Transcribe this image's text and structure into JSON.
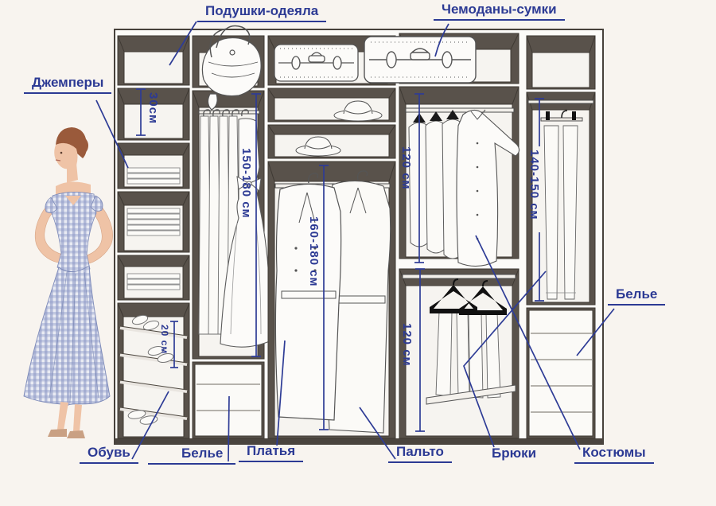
{
  "diagram": {
    "type": "wardrobe-interior-organization-diagram",
    "language": "ru"
  },
  "labels": {
    "pillows": "Подушки-одеяла",
    "suitcases": "Чемоданы-сумки",
    "jumpers": "Джемперы",
    "shoes": "Обувь",
    "linen_bottom": "Белье",
    "dresses": "Платья",
    "coats": "Пальто",
    "trousers": "Брюки",
    "suits": "Костюмы",
    "linen_right": "Белье"
  },
  "dimensions": {
    "shelf_30": "30см",
    "dresses_height": "150-180 см",
    "coats_height": "160-180 см",
    "suits_height": "120 см",
    "trousers_height": "120 см",
    "long_trousers_height": "140-150 см",
    "shoe_shelf": "20 см"
  },
  "colors": {
    "annotation": "#2c3a94",
    "wall": "#59524b",
    "background": "#f8f4ef"
  }
}
